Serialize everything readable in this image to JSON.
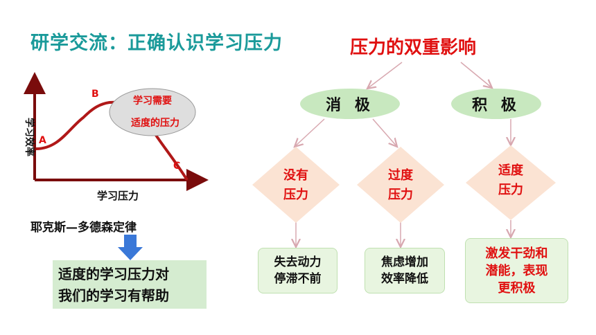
{
  "title": "研学交流：正确认识学习压力",
  "subtitle": "压力的双重影响",
  "chart": {
    "point_a": "A",
    "point_b": "B",
    "point_c": "C",
    "callout_line1": "学习需要",
    "callout_line2": "适度的压力",
    "x_label": "学习压力",
    "y_label": "学习效率"
  },
  "law": "耶克斯—多德森定律",
  "conclusion": {
    "line1": "适度的学习压力对",
    "line2": "我们的学习有帮助"
  },
  "negative": {
    "label": "消 极",
    "no_pressure": {
      "line1": "没有",
      "line2": "压力"
    },
    "excess_pressure": {
      "line1": "过度",
      "line2": "压力"
    },
    "no_pressure_result": {
      "line1": "失去动力",
      "line2": "停滞不前"
    },
    "excess_pressure_result": {
      "line1": "焦虑增加",
      "line2": "效率降低"
    }
  },
  "positive": {
    "label": "积 极",
    "moderate_pressure": {
      "line1": "适度",
      "line2": "压力"
    },
    "moderate_result": {
      "line1": "激发干劲和",
      "line2": "潜能，表现",
      "line3": "更积极"
    }
  },
  "colors": {
    "title": "#1a9a9a",
    "accent_red": "#e01010",
    "curve": "#b01818",
    "oval_fill": "#c8e8bf",
    "diamond_fill": "#fbe3d3",
    "arrow": "#d8a8b0",
    "down_arrow": "#3a78d8"
  }
}
